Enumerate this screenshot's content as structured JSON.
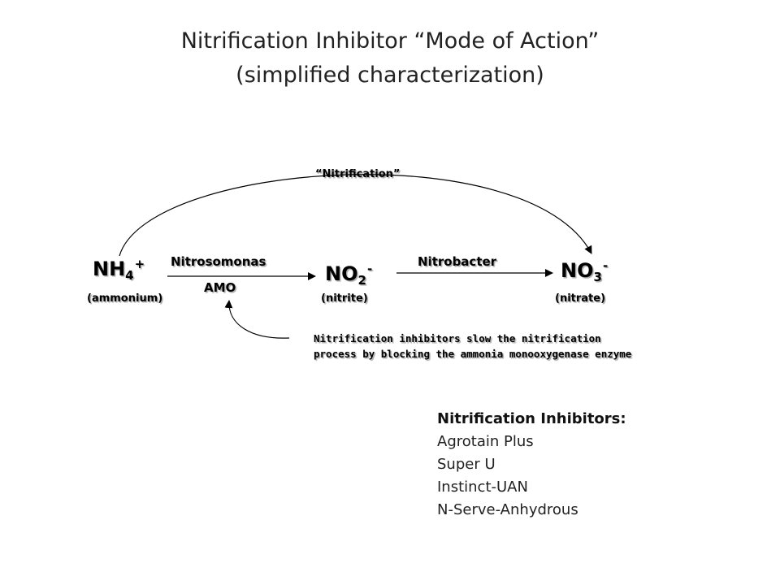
{
  "title": {
    "line1": "Nitrification Inhibitor “Mode of Action”",
    "line2": "(simplified characterization)"
  },
  "diagram": {
    "overall_process": "“Nitrification”",
    "ammonium": {
      "base": "NH",
      "sub": "4",
      "sup": "+",
      "name": "(ammonium)"
    },
    "nitrite": {
      "base": "NO",
      "sub": "2",
      "sup": "-",
      "name": "(nitrite)"
    },
    "nitrate": {
      "base": "NO",
      "sub": "3",
      "sup": "-",
      "name": "(nitrate)"
    },
    "step1_organism": "Nitrosomonas",
    "step1_enzyme": "AMO",
    "step2_organism": "Nitrobacter",
    "inhibitor_note": {
      "line1": "Nitrification inhibitors slow the nitrification",
      "line2": "process by blocking the ammonia monooxygenase enzyme"
    }
  },
  "inhibitors": {
    "heading": "Nitrification Inhibitors:",
    "items": [
      "Agrotain Plus",
      "Super U",
      "Instinct-UAN",
      "N-Serve-Anhydrous"
    ]
  }
}
